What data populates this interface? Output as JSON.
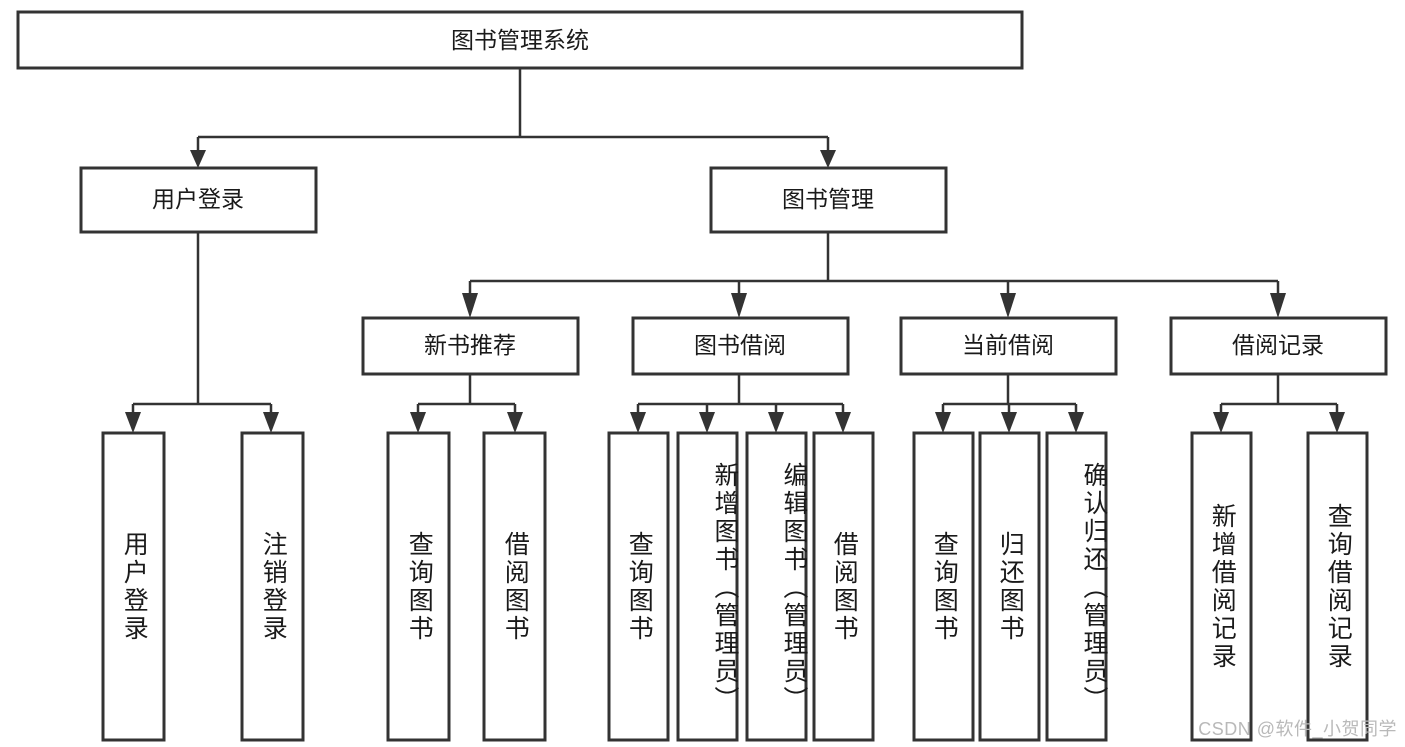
{
  "diagram": {
    "type": "tree",
    "title": "图书管理系统",
    "watermark": "CSDN @软件_小贺同学",
    "colors": {
      "box_stroke": "#333333",
      "box_fill": "#ffffff",
      "connector": "#333333",
      "text": "#1a1a1a",
      "watermark": "#b9b9b9",
      "background": "#ffffff"
    },
    "levels": {
      "root": "图书管理系统",
      "level1": [
        "用户登录",
        "图书管理"
      ],
      "level2": [
        "新书推荐",
        "图书借阅",
        "当前借阅",
        "借阅记录"
      ],
      "leaves": [
        "用户登录",
        "注销登录",
        "查询图书",
        "借阅图书",
        "查询图书",
        "新增图书（管理员）",
        "编辑图书（管理员）",
        "借阅图书",
        "查询图书",
        "归还图书",
        "确认归还（管理员）",
        "新增借阅记录",
        "查询借阅记录"
      ]
    },
    "nodes": {
      "root": {
        "label": "图书管理系统"
      },
      "user_login": {
        "label": "用户登录"
      },
      "book_manage": {
        "label": "图书管理"
      },
      "new_book_rec": {
        "label": "新书推荐"
      },
      "book_borrow": {
        "label": "图书借阅"
      },
      "current_borrow": {
        "label": "当前借阅"
      },
      "borrow_record": {
        "label": "借阅记录"
      },
      "leaf_user_login": {
        "label": "用户登录"
      },
      "leaf_logout": {
        "label": "注销登录"
      },
      "leaf_query_book_1": {
        "label": "查询图书"
      },
      "leaf_borrow_book_1": {
        "label": "借阅图书"
      },
      "leaf_query_book_2": {
        "label": "查询图书"
      },
      "leaf_add_book": {
        "label": "新增图书（管理员）"
      },
      "leaf_edit_book": {
        "label": "编辑图书（管理员）"
      },
      "leaf_borrow_book_2": {
        "label": "借阅图书"
      },
      "leaf_query_book_3": {
        "label": "查询图书"
      },
      "leaf_return_book": {
        "label": "归还图书"
      },
      "leaf_confirm_return": {
        "label": "确认归还（管理员）"
      },
      "leaf_add_record": {
        "label": "新增借阅记录"
      },
      "leaf_query_record": {
        "label": "查询借阅记录"
      }
    },
    "edges": [
      {
        "from": "root",
        "to": "user_login"
      },
      {
        "from": "root",
        "to": "book_manage"
      },
      {
        "from": "user_login",
        "to": "leaf_user_login"
      },
      {
        "from": "user_login",
        "to": "leaf_logout"
      },
      {
        "from": "book_manage",
        "to": "new_book_rec"
      },
      {
        "from": "book_manage",
        "to": "book_borrow"
      },
      {
        "from": "book_manage",
        "to": "current_borrow"
      },
      {
        "from": "book_manage",
        "to": "borrow_record"
      },
      {
        "from": "new_book_rec",
        "to": "leaf_query_book_1"
      },
      {
        "from": "new_book_rec",
        "to": "leaf_borrow_book_1"
      },
      {
        "from": "book_borrow",
        "to": "leaf_query_book_2"
      },
      {
        "from": "book_borrow",
        "to": "leaf_add_book"
      },
      {
        "from": "book_borrow",
        "to": "leaf_edit_book"
      },
      {
        "from": "book_borrow",
        "to": "leaf_borrow_book_2"
      },
      {
        "from": "current_borrow",
        "to": "leaf_query_book_3"
      },
      {
        "from": "current_borrow",
        "to": "leaf_return_book"
      },
      {
        "from": "current_borrow",
        "to": "leaf_confirm_return"
      },
      {
        "from": "borrow_record",
        "to": "leaf_add_record"
      },
      {
        "from": "borrow_record",
        "to": "leaf_query_record"
      }
    ]
  }
}
